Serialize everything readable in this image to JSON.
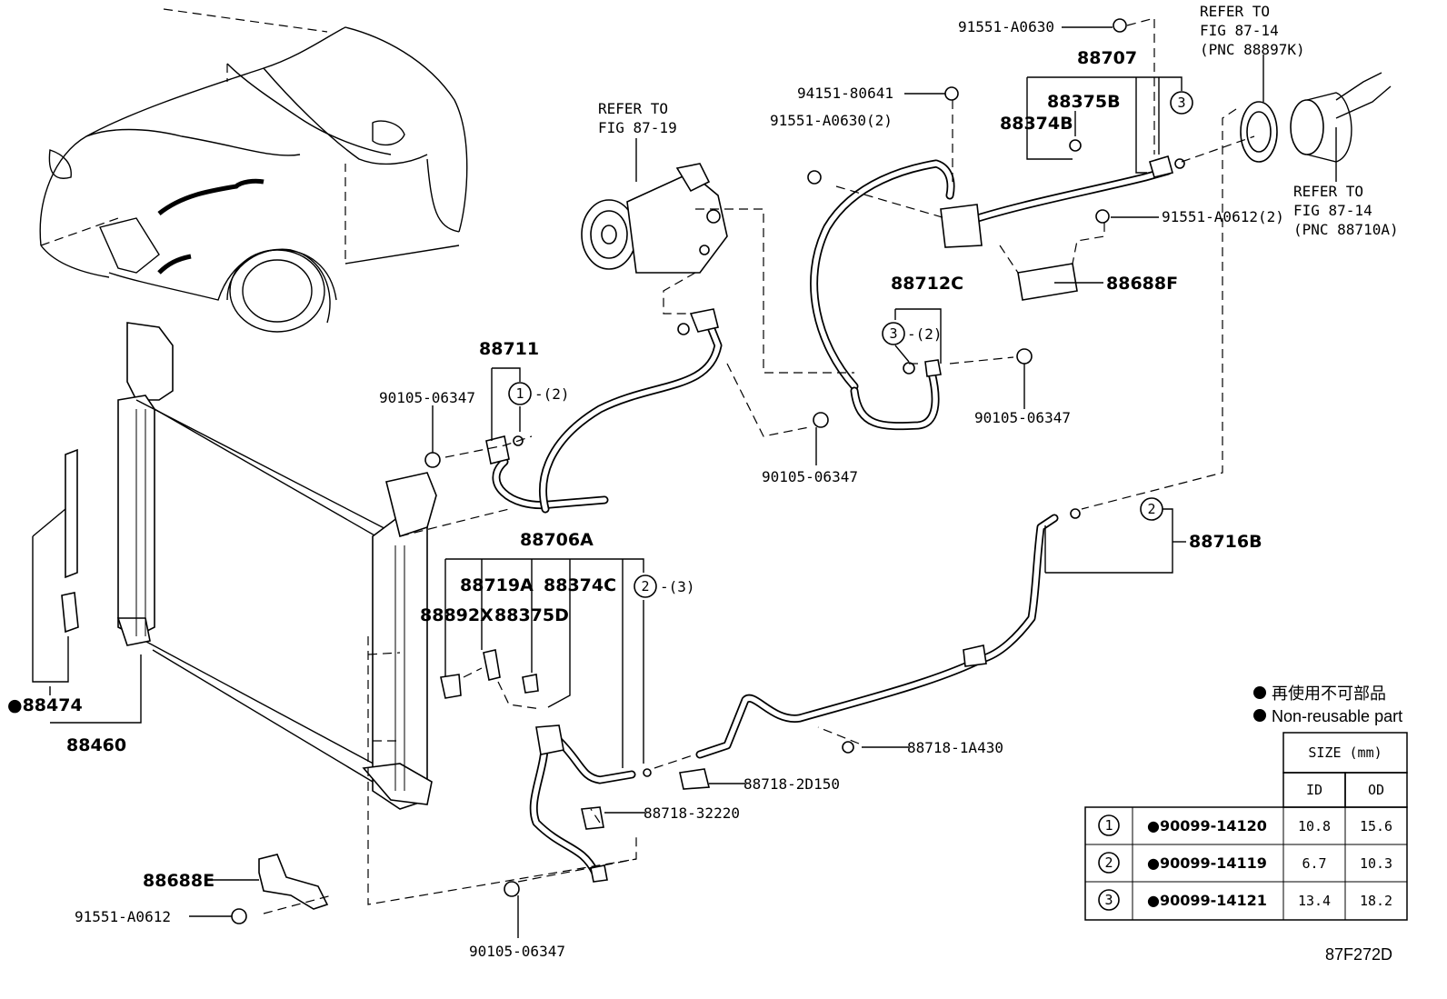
{
  "diagram_code": "87F272D",
  "refs": {
    "fig_87_19": [
      "REFER TO",
      "FIG 87-19"
    ],
    "fig_87_14_a": [
      "REFER TO",
      "FIG 87-14",
      "(PNC 88897K)"
    ],
    "fig_87_14_b": [
      "REFER TO",
      "FIG 87-14",
      "(PNC 88710A)"
    ]
  },
  "parts": {
    "p91551_a0630": "91551-A0630",
    "p88707": "88707",
    "p94151_80641": "94151-80641",
    "p91551_a0630_2": "91551-A0630(2)",
    "p88375b": "88375B",
    "p88374b": "88374B",
    "p91551_a0612_2": "91551-A0612(2)",
    "p88688f": "88688F",
    "p88712c": "88712C",
    "p90105_06347_r": "90105-06347",
    "p90105_06347_c": "90105-06347",
    "p88711": "88711",
    "p90105_06347_l": "90105-06347",
    "p88706a": "88706A",
    "p88719a": "88719A",
    "p88374c": "88374C",
    "p88892x": "88892X",
    "p88375d": "88375D",
    "p88716b": "88716B",
    "p88474": "●88474",
    "p88460": "88460",
    "p88718_1a430": "88718-1A430",
    "p88718_2d150": "88718-2D150",
    "p88718_32220": "88718-32220",
    "p88688e": "88688E",
    "p91551_a0612": "91551-A0612",
    "p90105_06347_b": "90105-06347"
  },
  "callouts": {
    "c1_qty": "-(2)",
    "c2_qty": "-(3)",
    "c3_qty": "-(2)",
    "c1": "1",
    "c2a": "2",
    "c2b": "2",
    "c3a": "3",
    "c3b": "3"
  },
  "legend": {
    "ja": "再使用不可部品",
    "en": "Non-reusable part"
  },
  "size_table": {
    "header": "SIZE (mm)",
    "col_id": "ID",
    "col_od": "OD",
    "rows": [
      {
        "num": "1",
        "part": "●90099-14120",
        "id": "10.8",
        "od": "15.6"
      },
      {
        "num": "2",
        "part": "●90099-14119",
        "id": "6.7",
        "od": "10.3"
      },
      {
        "num": "3",
        "part": "●90099-14121",
        "id": "13.4",
        "od": "18.2"
      }
    ]
  }
}
